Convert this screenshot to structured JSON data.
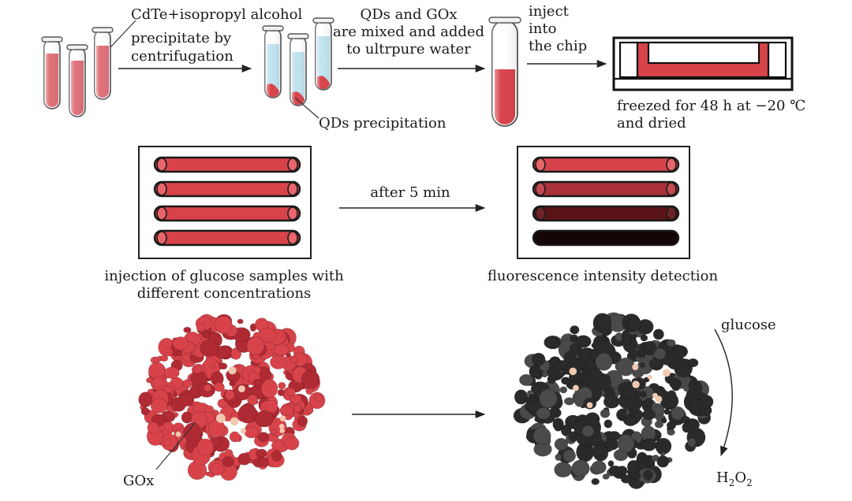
{
  "step1": {
    "reagent": "CdTe+isopropyl alcohol",
    "process_line1": "precipitate by",
    "process_line2": "centrifugation",
    "precipitate": "QDs precipitation"
  },
  "step2": {
    "line1": "QDs and GOx",
    "line2": "are mixed and added",
    "line3": "to ultrpure water"
  },
  "step3": {
    "line1": "inject",
    "line2": "into",
    "line3": "the chip"
  },
  "step4": {
    "line1": "freezed for 48 h at −20 ℃",
    "line2": "and dried"
  },
  "middle": {
    "arrow_label": "after 5 min",
    "left_caption_line1": "injection of glucose samples with",
    "left_caption_line2": "different concentrations",
    "right_caption": "fluorescence intensity detection"
  },
  "bottom": {
    "gox_label": "GOx",
    "substrate": "glucose",
    "product_base": "H",
    "product_sub1": "2",
    "product_mid": "O",
    "product_sub2": "2"
  },
  "colors": {
    "qd_red": "#d8434a",
    "liquid_blue": "#bfe3ef",
    "tube_pink": "#e07078",
    "quenched_dark": "#2a2a2a"
  }
}
